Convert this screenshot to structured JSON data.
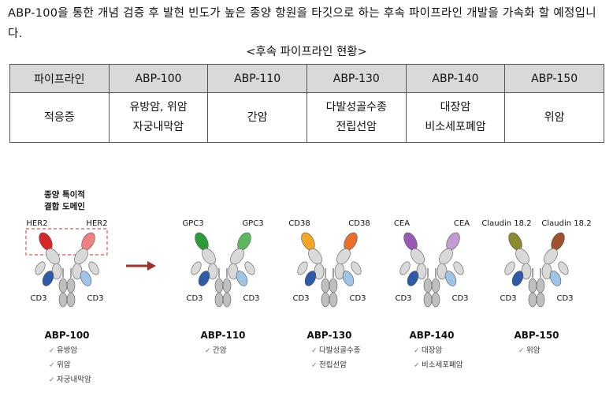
{
  "intro_text": "ABP-100을 통한 개념 검증 후 발현 빈도가 높은 종양 항원을 타깃으로 하는 후속 파이프라인 개발을 가속화 할 예정입니다.",
  "table_caption": "<후속 파이프라인 현황>",
  "table": {
    "headers": [
      "파이프라인",
      "ABP-100",
      "ABP-110",
      "ABP-130",
      "ABP-140",
      "ABP-150"
    ],
    "row": [
      "적응증",
      "유방암, 위암\n자궁내막암",
      "간암",
      "다발성골수종\n전립선암",
      "대장암\n비소세포폐암",
      "위암"
    ]
  },
  "figure": {
    "binding_domain_label_line1": "종양 특이적",
    "binding_domain_label_line2": "결합 도메인",
    "antibodies": [
      {
        "name": "ABP-100",
        "target_left": "HER2",
        "target_right": "HER2",
        "arm": "CD3",
        "color_left": "#d62828",
        "color_right": "#f08080",
        "indications": [
          "유방암",
          "위암",
          "자궁내막암"
        ]
      },
      {
        "name": "ABP-110",
        "target_left": "GPC3",
        "target_right": "GPC3",
        "arm": "CD3",
        "color_left": "#2e9b3a",
        "color_right": "#5cb85c",
        "indications": [
          "간암"
        ]
      },
      {
        "name": "ABP-130",
        "target_left": "CD38",
        "target_right": "CD38",
        "arm": "CD3",
        "color_left": "#f5a623",
        "color_right": "#e8702a",
        "indications": [
          "다발성골수종",
          "전립선암"
        ]
      },
      {
        "name": "ABP-140",
        "target_left": "CEA",
        "target_right": "CEA",
        "arm": "CD3",
        "color_left": "#9b59b6",
        "color_right": "#c39bd3",
        "indications": [
          "대장암",
          "비소세포폐암"
        ]
      },
      {
        "name": "ABP-150",
        "target_left": "Claudin 18.2",
        "target_right": "Claudin 18.2",
        "arm": "CD3",
        "color_left": "#8a8a2e",
        "color_right": "#a0522d",
        "indications": [
          "위암"
        ]
      }
    ],
    "colors": {
      "heavy_light_grey": "#d9d9d9",
      "fc_grey": "#bfbfbf",
      "cd3_dark": "#2e5aa8",
      "cd3_light": "#9ec5e8",
      "arrow": "#a0302a",
      "dashed_box": "#e05555",
      "check": "#777777"
    }
  }
}
